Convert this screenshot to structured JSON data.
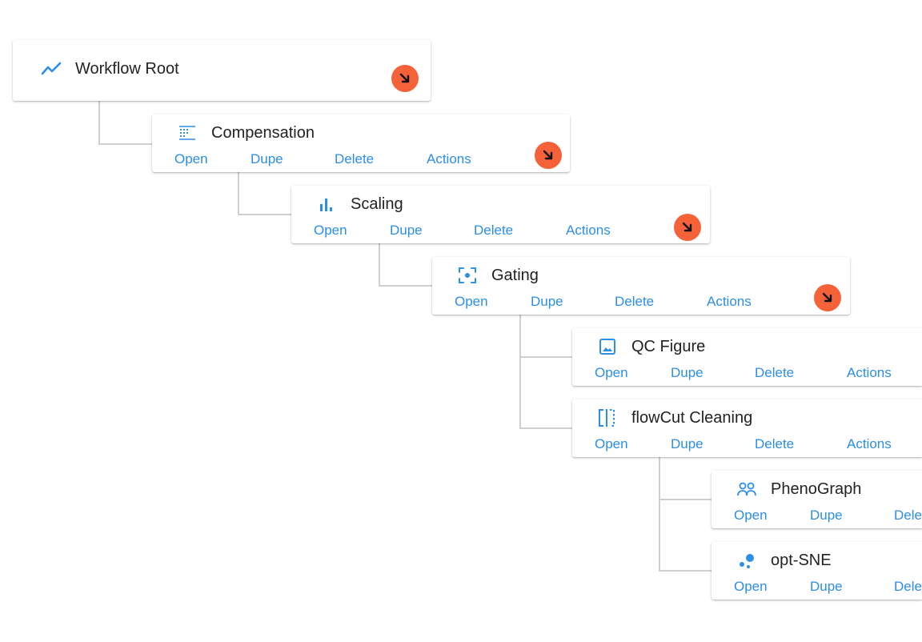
{
  "colors": {
    "accent": "#2c8ee5",
    "expand": "#f5623a",
    "line": "#cfcfcf",
    "title": "#222222"
  },
  "root": {
    "title": "Workflow Root",
    "icon": "trend-line-icon"
  },
  "nodes": [
    {
      "id": "compensation",
      "title": "Compensation",
      "icon": "grid-table-icon",
      "actions": [
        "Open",
        "Dupe",
        "Delete",
        "Actions"
      ]
    },
    {
      "id": "scaling",
      "title": "Scaling",
      "icon": "bar-chart-icon",
      "actions": [
        "Open",
        "Dupe",
        "Delete",
        "Actions"
      ]
    },
    {
      "id": "gating",
      "title": "Gating",
      "icon": "focus-frame-icon",
      "actions": [
        "Open",
        "Dupe",
        "Delete",
        "Actions"
      ]
    },
    {
      "id": "qc-figure",
      "title": "QC Figure",
      "icon": "image-icon",
      "actions": [
        "Open",
        "Dupe",
        "Delete",
        "Actions"
      ]
    },
    {
      "id": "flowcut-cleaning",
      "title": "flowCut Cleaning",
      "icon": "split-bracket-icon",
      "actions": [
        "Open",
        "Dupe",
        "Delete",
        "Actions"
      ]
    },
    {
      "id": "phenograph",
      "title": "PhenoGraph",
      "icon": "people-group-icon",
      "actions": [
        "Open",
        "Dupe",
        "Dele"
      ]
    },
    {
      "id": "opt-sne",
      "title": "opt-SNE",
      "icon": "scatter-dots-icon",
      "actions": [
        "Open",
        "Dupe",
        "Dele"
      ]
    }
  ]
}
